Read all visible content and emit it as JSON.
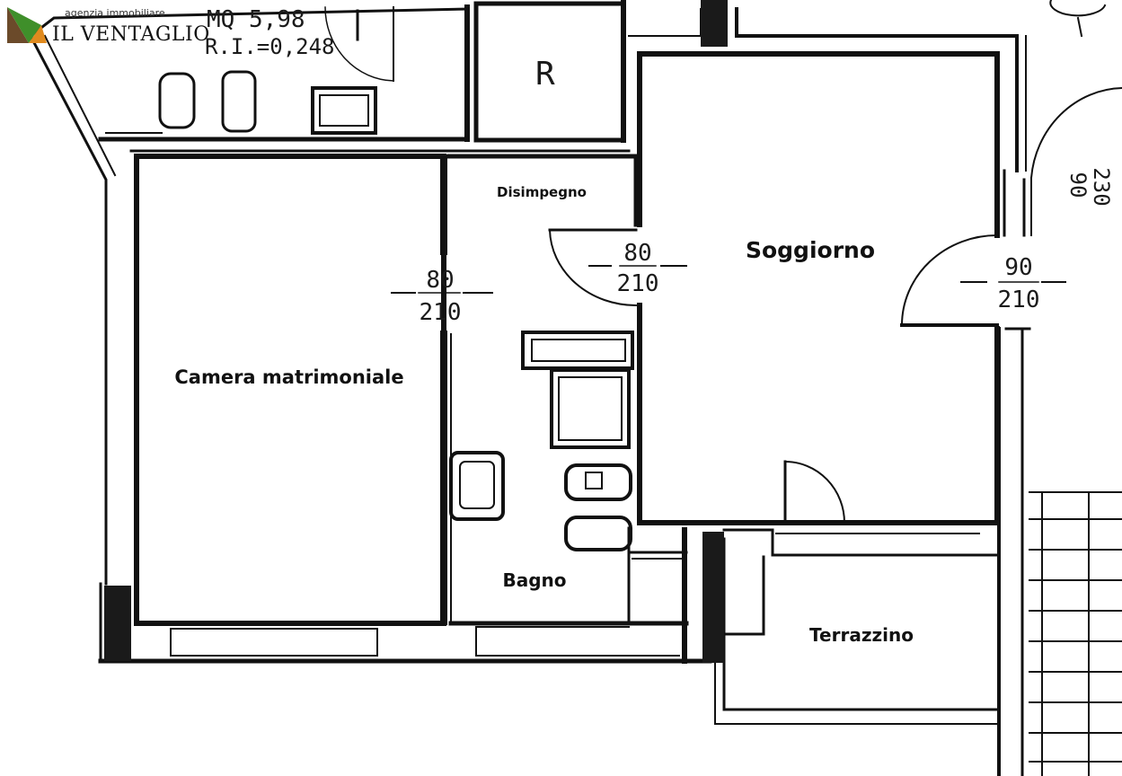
{
  "logo": {
    "agency_line": "agenzia immobiliare",
    "brand_name": "IL VENTAGLIO",
    "colors": {
      "green": "#3f8f2a",
      "orange": "#e08a1e",
      "brown": "#6b4a2a"
    }
  },
  "rooms": {
    "camera": "Camera matrimoniale",
    "disimpegno": "Disimpegno",
    "soggiorno": "Soggiorno",
    "bagno": "Bagno",
    "terrazzino": "Terrazzino"
  },
  "top_annotation": {
    "line1": "MQ 5,98",
    "line2": "R.I.=0,248",
    "room_r": "R"
  },
  "doors": {
    "camera": {
      "width": "80",
      "height": "210"
    },
    "disimpegno": {
      "width": "80",
      "height": "210"
    },
    "entrance": {
      "width": "90",
      "height": "210"
    },
    "outside": {
      "width": "90",
      "height": "230"
    }
  }
}
